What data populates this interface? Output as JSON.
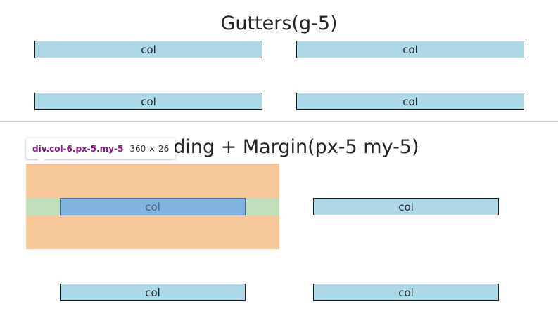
{
  "section_gutters": {
    "title": "Gutters(g-5)",
    "cols": [
      "col",
      "col",
      "col",
      "col"
    ]
  },
  "section_padding_margin": {
    "title": "Padding + Margin(px-5 my-5)",
    "cols": [
      "col",
      "col",
      "col",
      "col"
    ]
  },
  "inspector_tooltip": {
    "selector": "div.col-6.px-5.my-5",
    "size": "360 × 26"
  },
  "colors": {
    "col_bg": "#add8e6",
    "col_border": "#222222",
    "margin_highlight": "#f6c898",
    "padding_highlight": "#c3dfb9",
    "content_highlight": "#7fb4e0",
    "tooltip_selector": "#881280"
  }
}
